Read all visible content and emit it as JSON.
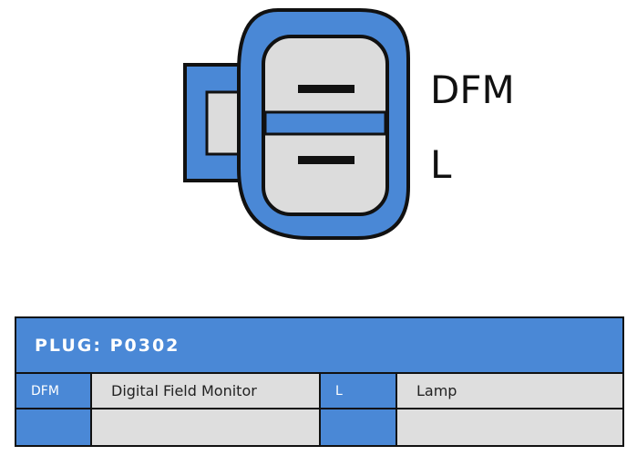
{
  "connector": {
    "pins": [
      {
        "label": "DFM"
      },
      {
        "label": "L"
      }
    ],
    "colors": {
      "housing": "#4a88d6",
      "body": "#dcdcdc",
      "outline": "#111111"
    }
  },
  "plug": {
    "title": "PLUG: P0302",
    "rows": [
      {
        "code_a": "DFM",
        "desc_a": "Digital Field Monitor",
        "code_b": "L",
        "desc_b": "Lamp"
      },
      {
        "code_a": "",
        "desc_a": "",
        "code_b": "",
        "desc_b": ""
      }
    ]
  }
}
